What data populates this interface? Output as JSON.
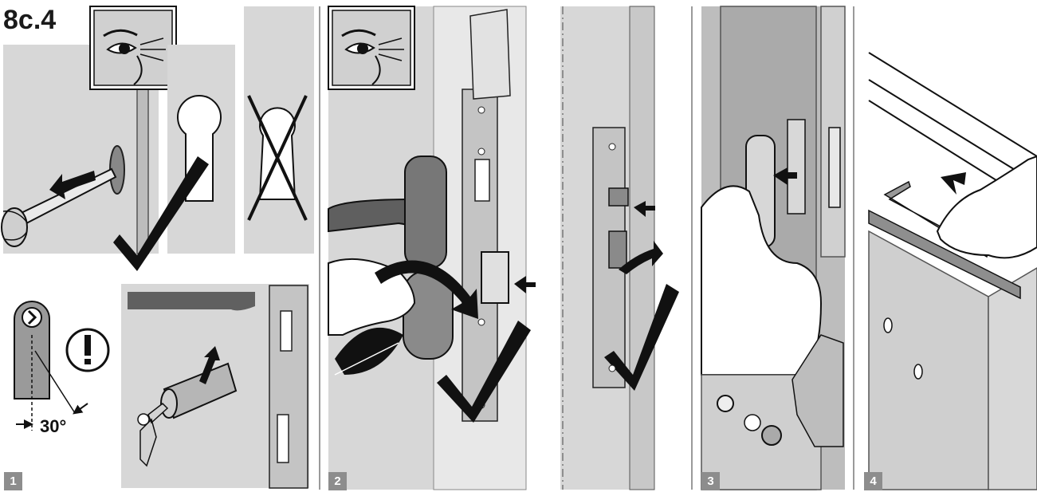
{
  "figure": {
    "step_title": "8c.4",
    "angle_label": "30°",
    "badges": [
      "1",
      "2",
      "3",
      "4"
    ]
  }
}
